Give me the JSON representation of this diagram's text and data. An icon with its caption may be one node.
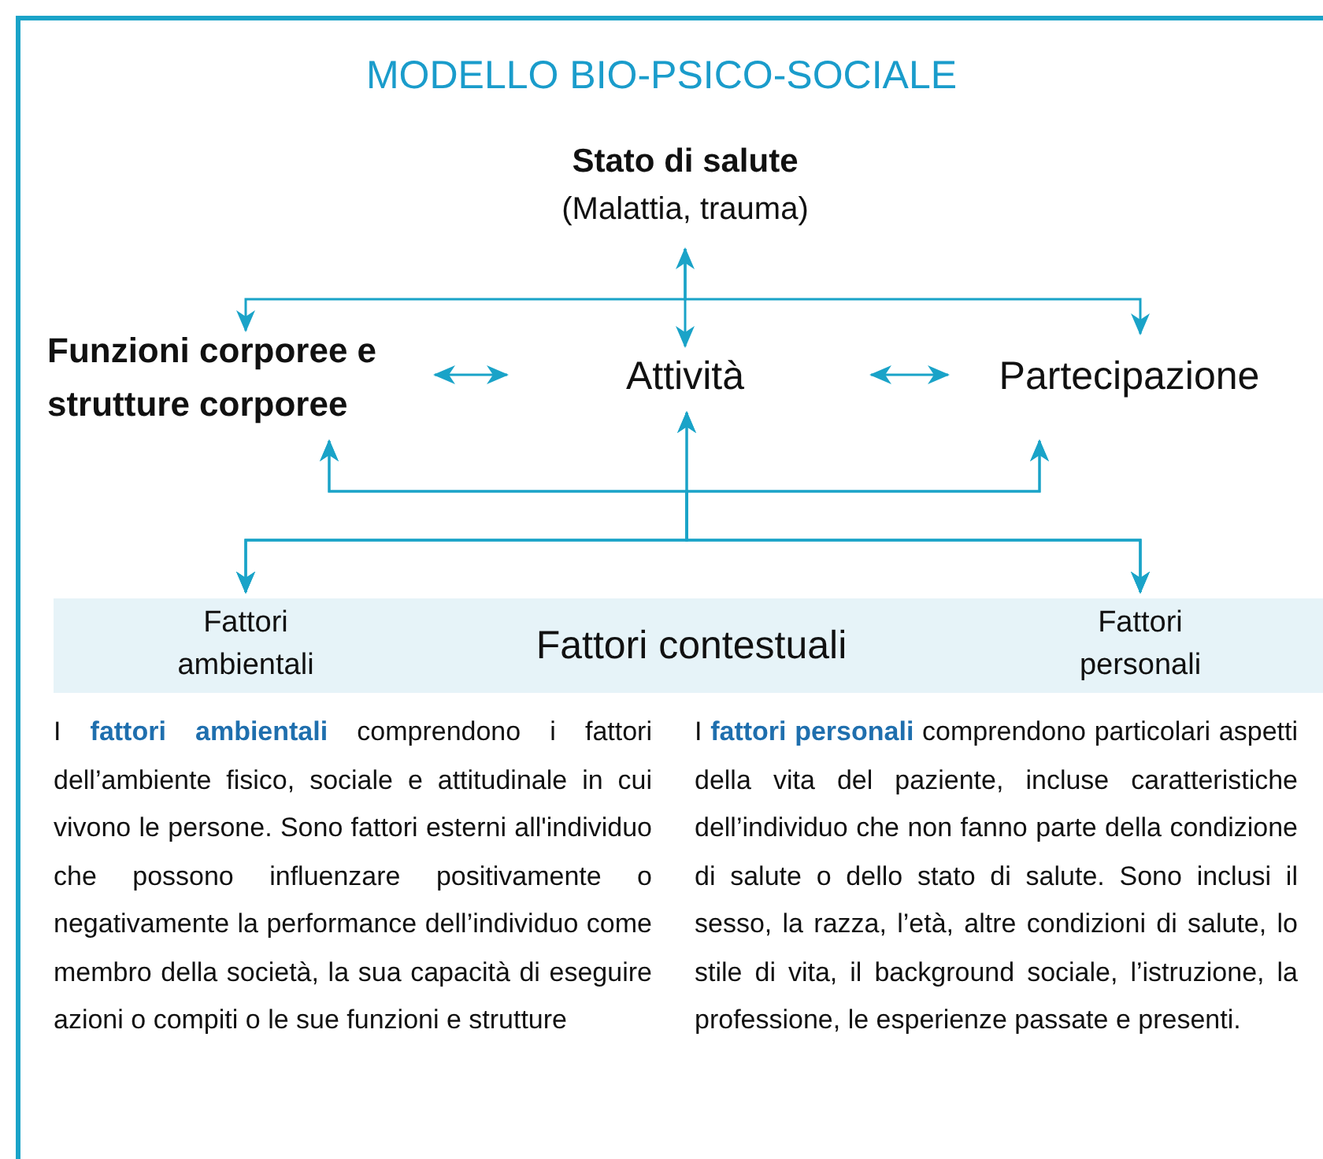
{
  "diagram": {
    "title": "MODELLO BIO-PSICO-SOCIALE",
    "nodes": [
      {
        "text": [
          "Stato di salute",
          "(Malattia, trauma)"
        ]
      },
      {
        "text": [
          "Funzioni corporee e strutture corporee"
        ]
      },
      {
        "text": [
          "Attività"
        ]
      },
      {
        "text": [
          "Partecipazione"
        ]
      },
      {
        "text": [
          "Fattori contestuali"
        ]
      },
      {
        "text": [
          "Fattori ambientali"
        ],
        "in": 4
      },
      {
        "text": [
          "Fattori personali"
        ],
        "in": 4
      }
    ],
    "edges": [
      {
        "from": 0,
        "to": 1,
        "arrow": "to"
      },
      {
        "from": 0,
        "to": 2,
        "arrow": "both"
      },
      {
        "from": 0,
        "to": 3,
        "arrow": "to"
      },
      {
        "from": 1,
        "to": 2,
        "arrow": "both"
      },
      {
        "from": 2,
        "to": 3,
        "arrow": "both"
      },
      {
        "from": 5,
        "to": 1,
        "arrow": "both"
      },
      {
        "from": 5,
        "to": 2,
        "arrow": "both"
      },
      {
        "from": 5,
        "to": 3,
        "arrow": "both"
      },
      {
        "from": 6,
        "to": 1,
        "arrow": "both"
      },
      {
        "from": 6,
        "to": 2,
        "arrow": "both"
      },
      {
        "from": 6,
        "to": 3,
        "arrow": "both"
      }
    ],
    "labels": [
      "I **fattori ambientali** comprendono i fattori dell’ambiente fisico, sociale e attitudinale in cui vivono le persone. Sono fattori esterni all'individuo che possono influenzare positivamente o negativamente la performance dell’individuo come membro della società, la sua capacità di eseguire azioni o compiti o le sue funzioni e strutture",
      "I **fattori personali** comprendono particolari aspetti della vita del paziente, incluse caratteristiche dell’individuo che non fanno parte della condizione di salute o dello stato di salute. Sono inclusi il sesso, la razza, l’età, altre condizioni di salute, lo stile di vita, il background sociale, l’istruzione, la professione, le esperienze passate e presenti."
    ]
  }
}
